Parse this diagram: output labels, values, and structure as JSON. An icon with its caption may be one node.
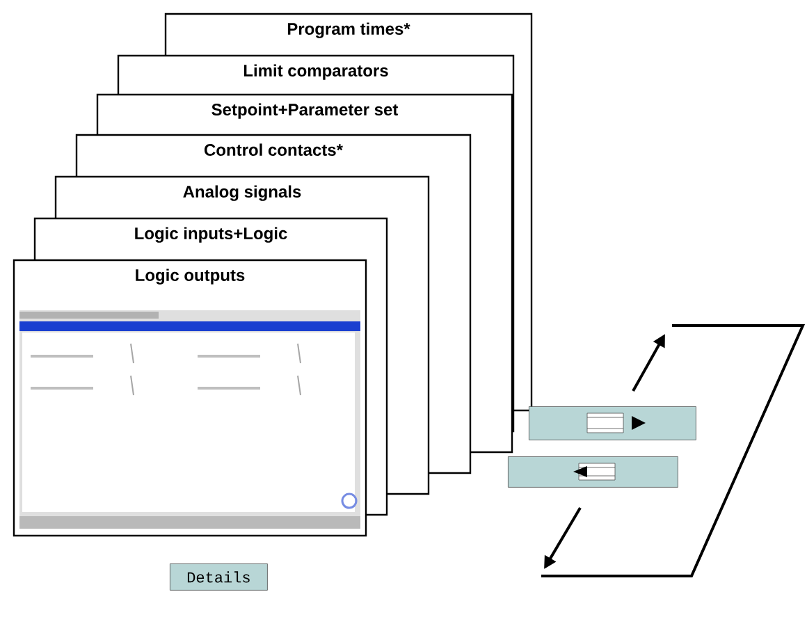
{
  "diagram": {
    "nodes": [
      {
        "text": [
          "Program times*"
        ]
      },
      {
        "text": [
          "Limit comparators"
        ]
      },
      {
        "text": [
          "Setpoint+Parameter set"
        ]
      },
      {
        "text": [
          "Control contacts*"
        ]
      },
      {
        "text": [
          "Analog signals"
        ]
      },
      {
        "text": [
          "Logic inputs+Logic"
        ]
      },
      {
        "text": [
          "Logic outputs"
        ]
      },
      {
        "text": [],
        "shape": "box"
      },
      {
        "text": [],
        "shape": "box"
      },
      {
        "text": [
          "Details"
        ]
      }
    ]
  }
}
